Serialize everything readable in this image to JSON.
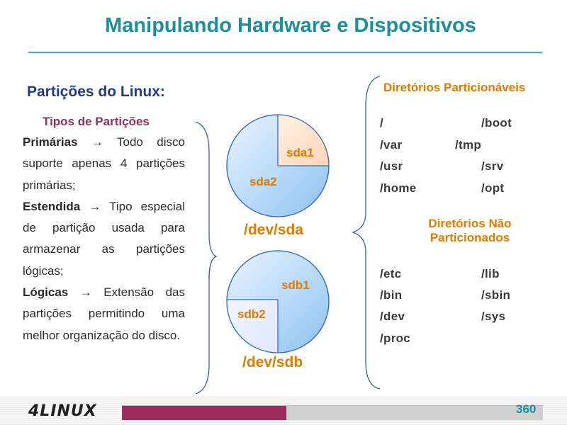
{
  "slide": {
    "title": "Manipulando Hardware e Dispositivos",
    "section_heading": "Partições do Linux:",
    "types_heading": "Tipos de Partições"
  },
  "partition_types": [
    {
      "term": "Primárias",
      "arrow": "→",
      "text": " Todo disco suporte apenas 4 partições primárias;"
    },
    {
      "term": "Estendida",
      "arrow": "→",
      "text": " Tipo especial de partição usada para armazenar as partições lógicas;"
    },
    {
      "term": "Lógicas",
      "arrow": "→",
      "text": " Extensão das partições permitindo uma melhor organização do disco."
    }
  ],
  "disks": {
    "sda": {
      "label": "/dev/sda",
      "part1": "sda1",
      "part2": "sda2"
    },
    "sdb": {
      "label": "/dev/sdb",
      "part1": "sdb1",
      "part2": "sdb2"
    }
  },
  "dirs": {
    "partitionable_heading": "Diretórios Particionáveis",
    "partitionable": [
      "/",
      "/boot",
      "/var",
      "/tmp",
      "/usr",
      "/srv",
      "/home",
      "/opt"
    ],
    "nonpartitionable_heading_line1": "Diretórios Não",
    "nonpartitionable_heading_line2": "Particionados",
    "nonpartitionable": [
      "/etc",
      "/lib",
      "/bin",
      "/sbin",
      "/dev",
      "/sys",
      "/proc"
    ]
  },
  "footer": {
    "logo": "4LINUX",
    "page_number": "360",
    "progress_fraction": 0.39,
    "progress_color": "#9c2c5e"
  },
  "colors": {
    "title": "#1c8f9a",
    "section": "#233a8c",
    "types_heading": "#8d3360",
    "accent_orange": "#e07b00",
    "disk_blue": "#a9d2f5",
    "partition_peach": "#fde0c8"
  }
}
